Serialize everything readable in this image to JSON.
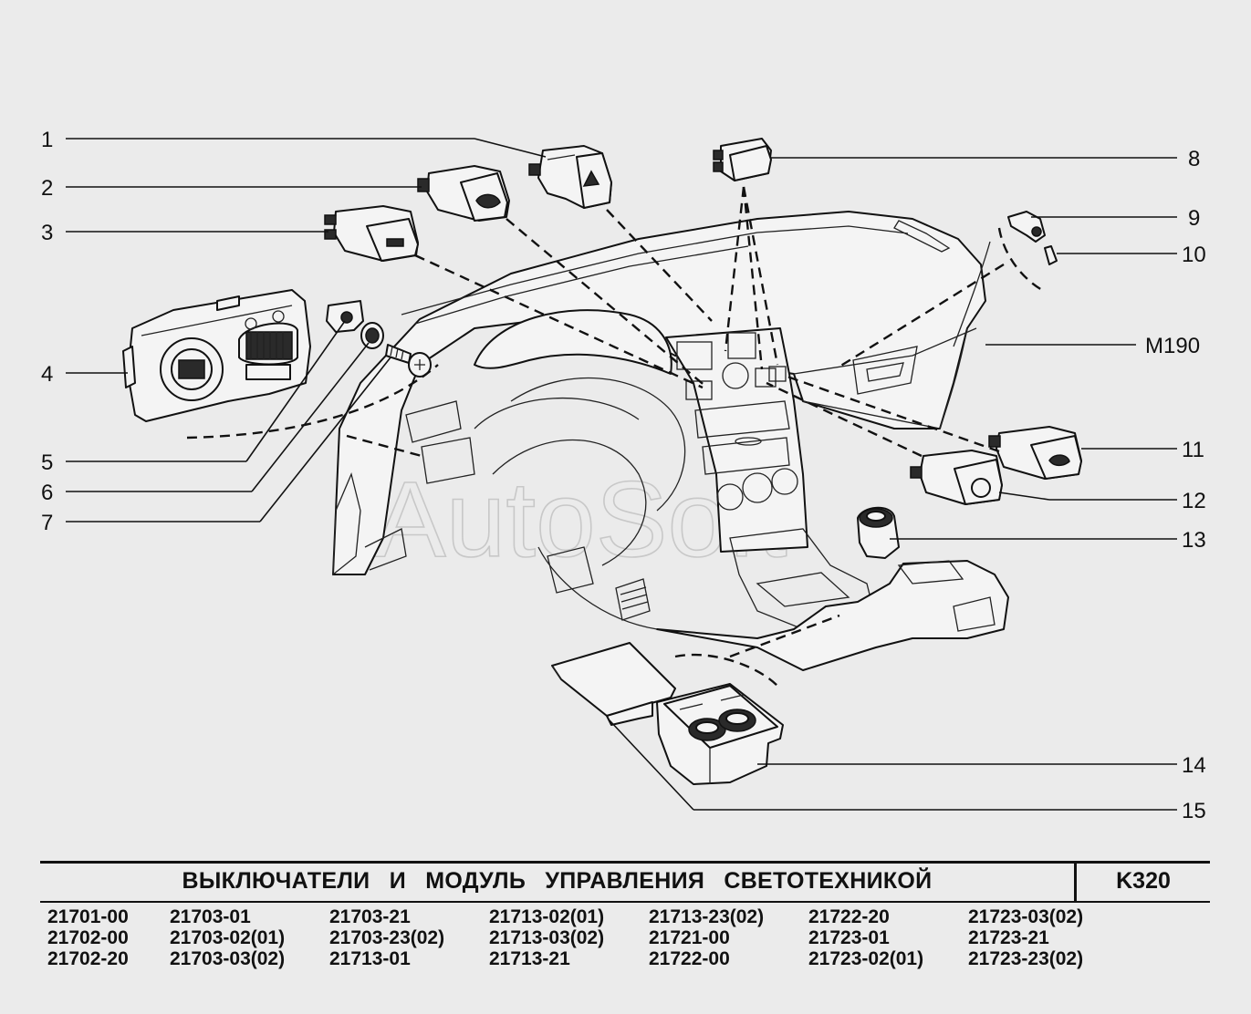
{
  "watermark": "AutoSoft",
  "callouts": {
    "c1": "1",
    "c2": "2",
    "c3": "3",
    "c4": "4",
    "c5": "5",
    "c6": "6",
    "c7": "7",
    "c8": "8",
    "c9": "9",
    "c10": "10",
    "c11": "11",
    "c12": "12",
    "c13": "13",
    "c14": "14",
    "c15": "15",
    "m190": "M190"
  },
  "title_block": {
    "title": "ВЫКЛЮЧАТЕЛИ И МОДУЛЬ УПРАВЛЕНИЯ СВЕТОТЕХНИКОЙ",
    "code": "K320",
    "models": [
      [
        "21701-00",
        "21702-00",
        "21702-20"
      ],
      [
        "21703-01",
        "21703-02(01)",
        "21703-03(02)"
      ],
      [
        "21703-21",
        "21703-23(02)",
        "21713-01"
      ],
      [
        "21713-02(01)",
        "21713-03(02)",
        "21713-21"
      ],
      [
        "21713-23(02)",
        "21721-00",
        "21722-00"
      ],
      [
        "21722-20",
        "21723-01",
        "21723-02(01)"
      ],
      [
        "21723-03(02)",
        "21723-21",
        "21723-23(02)"
      ]
    ]
  }
}
